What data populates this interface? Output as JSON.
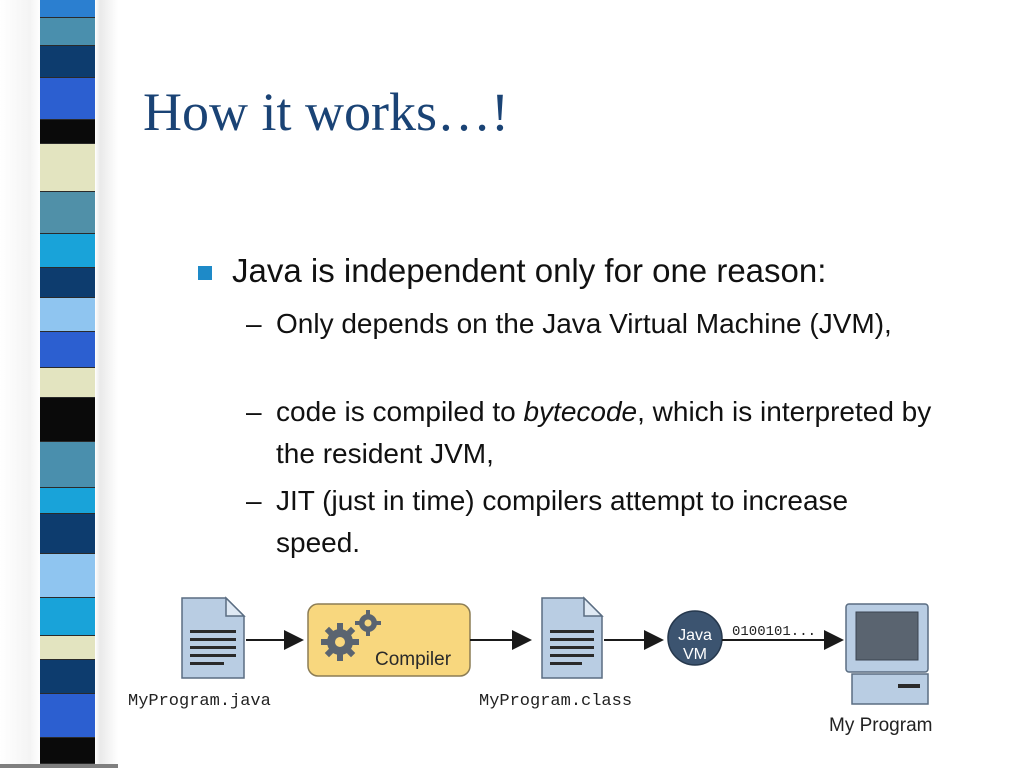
{
  "slide": {
    "title": "How it works…!",
    "main_bullet": "Java is independent only for one reason:",
    "sub_bullets": [
      {
        "dash": "–",
        "text": "Only depends on the Java Virtual Machine (JVM),"
      },
      {
        "dash": "–",
        "before": "code is compiled to ",
        "emph": "bytecode",
        "after": ", which is interpreted by the resident JVM,"
      },
      {
        "dash": "–",
        "text": "JIT (just in time) compilers attempt to increase speed."
      }
    ]
  },
  "diagram": {
    "source_file": "MyProgram.java",
    "compiler_label": "Compiler",
    "class_file": "MyProgram.class",
    "vm_line1": "Java",
    "vm_line2": "VM",
    "bits": "0100101...",
    "output_label": "My Program"
  },
  "colors": {
    "title": "#1a4375",
    "bullet_square": "#1e8ac8",
    "compiler_fill": "#f8d77e",
    "vm_fill": "#3c5470",
    "document_fill": "#b9cde3"
  },
  "icons": {
    "source_doc": "document-icon",
    "compiler_gears": "gears-icon",
    "class_doc": "document-icon",
    "vm": "java-vm-circle-icon",
    "computer": "computer-icon"
  }
}
